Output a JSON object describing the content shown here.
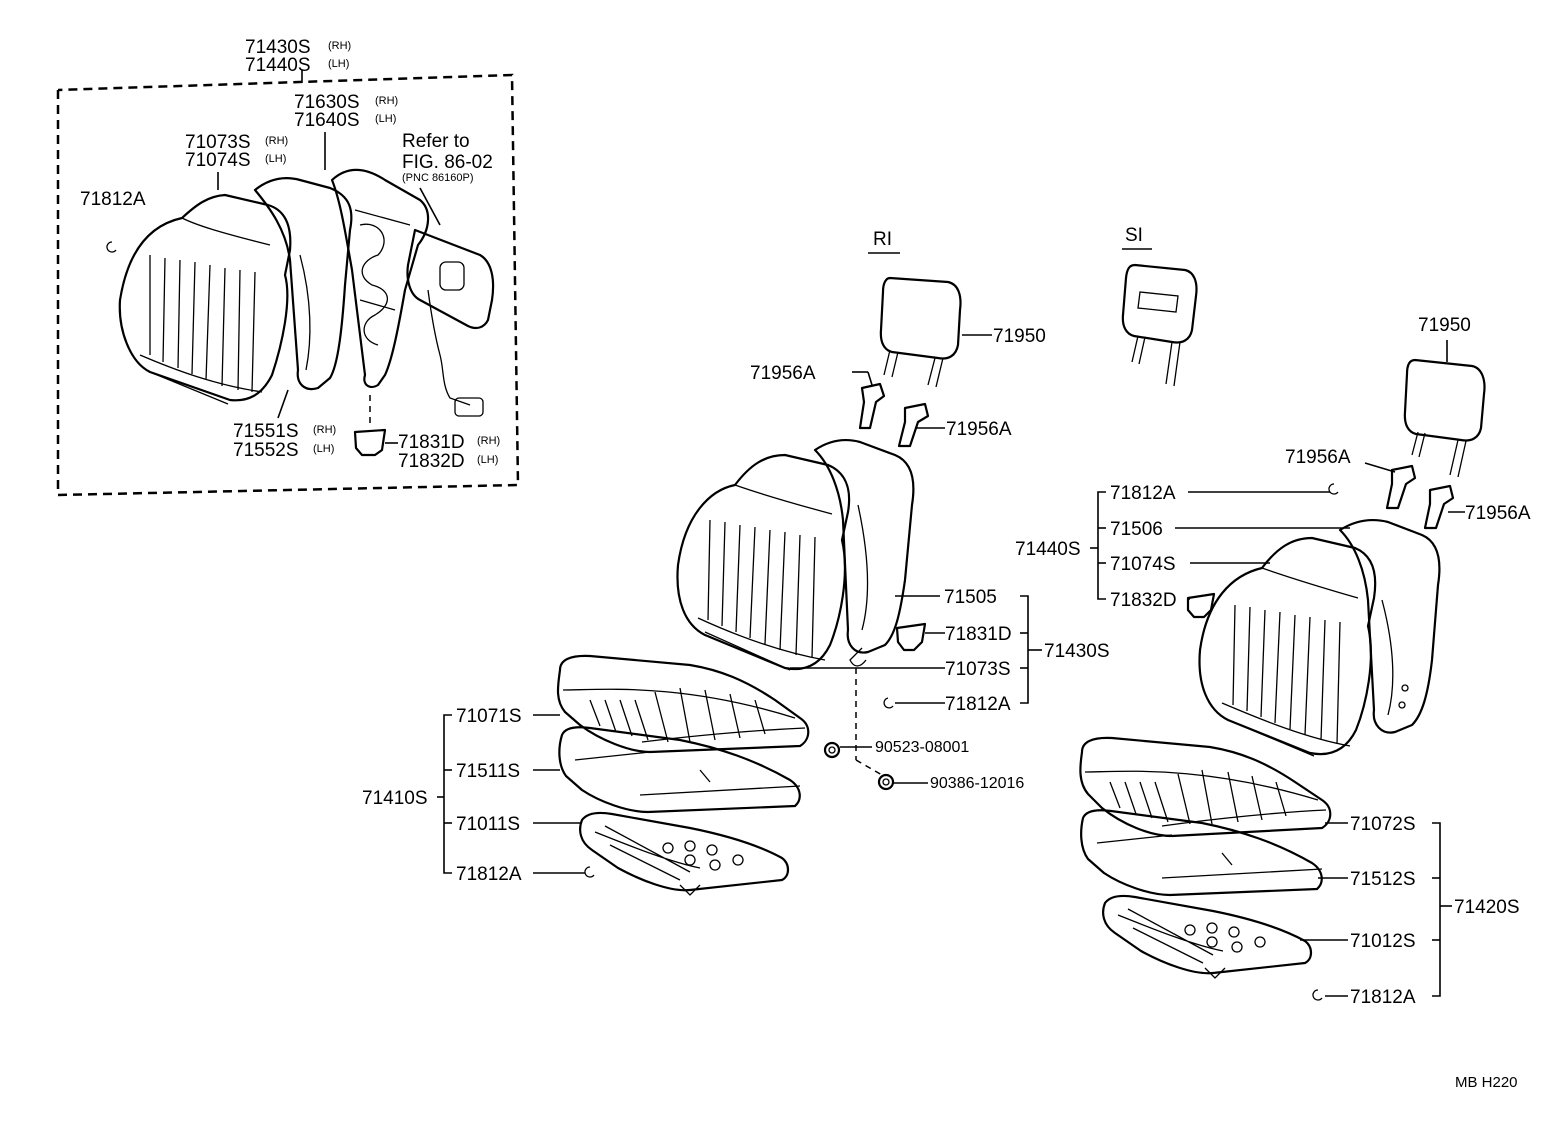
{
  "inset": {
    "frame_rh": "71430S",
    "frame_rh_note": "(RH)",
    "frame_lh": "71440S",
    "frame_lh_note": "(LH)",
    "back_rh": "71630S",
    "back_rh_note": "(RH)",
    "back_lh": "71640S",
    "back_lh_note": "(LH)",
    "cover_rh": "71073S",
    "cover_rh_note": "(RH)",
    "cover_lh": "71074S",
    "cover_lh_note": "(LH)",
    "ref_line1": "Refer to",
    "ref_line2": "FIG. 86-02",
    "ref_line3": "(PNC 86160P)",
    "hog_ring": "71812A",
    "pad_rh": "71551S",
    "pad_rh_note": "(RH)",
    "pad_lh": "71552S",
    "pad_lh_note": "(LH)",
    "clip_rh": "71831D",
    "clip_rh_note": "(RH)",
    "clip_lh": "71832D",
    "clip_lh_note": "(LH)"
  },
  "ri": {
    "tag": "RI",
    "headrest": "71950",
    "support_left": "71956A",
    "support_right": "71956A",
    "back_frame": "71505",
    "clip": "71831D",
    "back_cover": "71073S",
    "back_assy": "71430S",
    "back_hog_ring": "71812A",
    "nut": "90523-08001",
    "bolt": "90386-12016",
    "cushion_cover": "71071S",
    "cushion_pad": "71511S",
    "cushion_assy": "71410S",
    "cushion_frame": "71011S",
    "cushion_hog_ring": "71812A"
  },
  "si": {
    "tag": "SI",
    "headrest": "71950",
    "support_left": "71956A",
    "support_right": "71956A",
    "hog_ring": "71812A",
    "back_frame": "71506",
    "back_assy": "71440S",
    "back_cover": "71074S",
    "clip": "71832D",
    "cushion_cover": "71072S",
    "cushion_pad": "71512S",
    "cushion_assy": "71420S",
    "cushion_frame": "71012S",
    "cushion_hog_ring": "71812A"
  },
  "footer": {
    "code": "MB  H220"
  }
}
